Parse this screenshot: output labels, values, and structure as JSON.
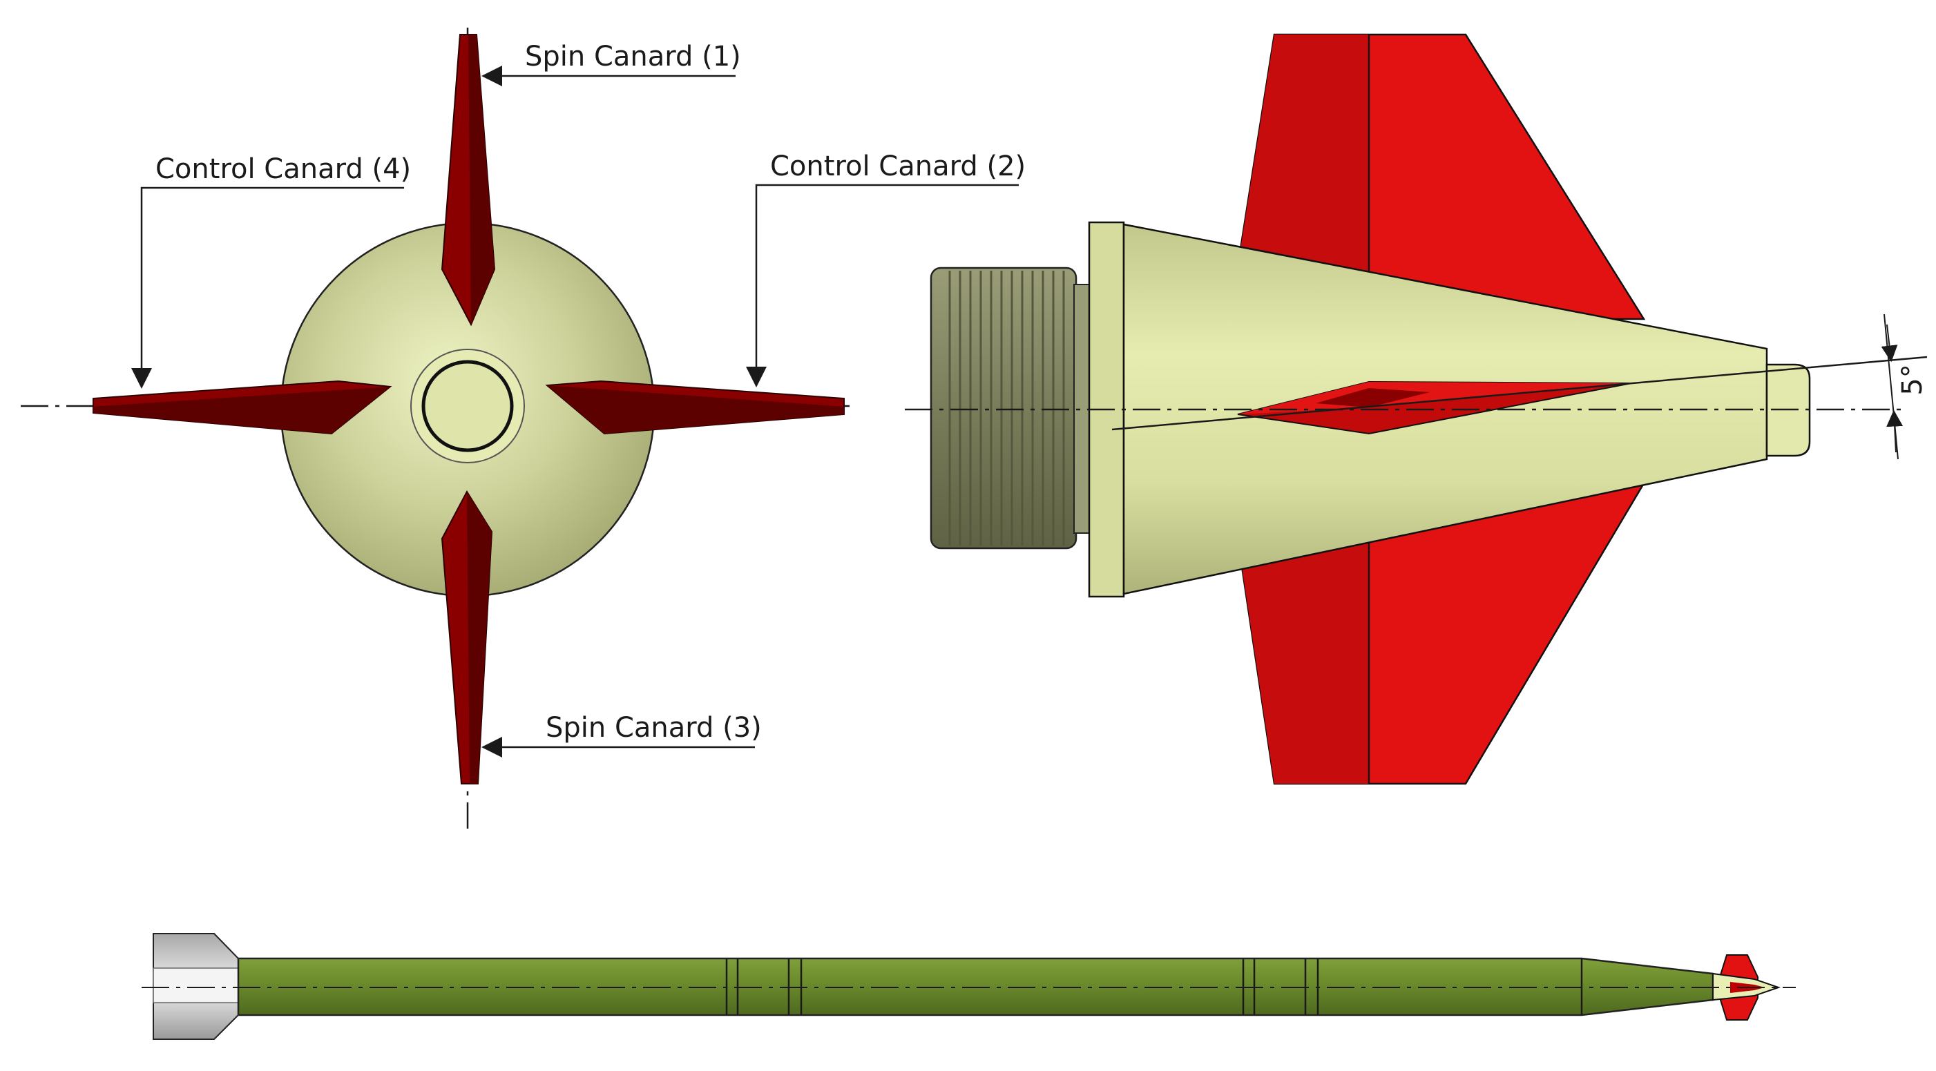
{
  "labels": {
    "spin_canard_1": "Spin Canard (1)",
    "control_canard_2": "Control Canard (2)",
    "spin_canard_3": "Spin Canard (3)",
    "control_canard_4": "Control Canard (4)",
    "angle": "5°"
  },
  "colors": {
    "body": "#c8cc92",
    "body_light": "#e1e7a8",
    "canard_front": "#7a0000",
    "canard_red": "#e01010",
    "canard_red_dark": "#b00000",
    "thread": "#7d8060",
    "shell": "#6b8a2a",
    "ink": "#1a1a1a"
  }
}
